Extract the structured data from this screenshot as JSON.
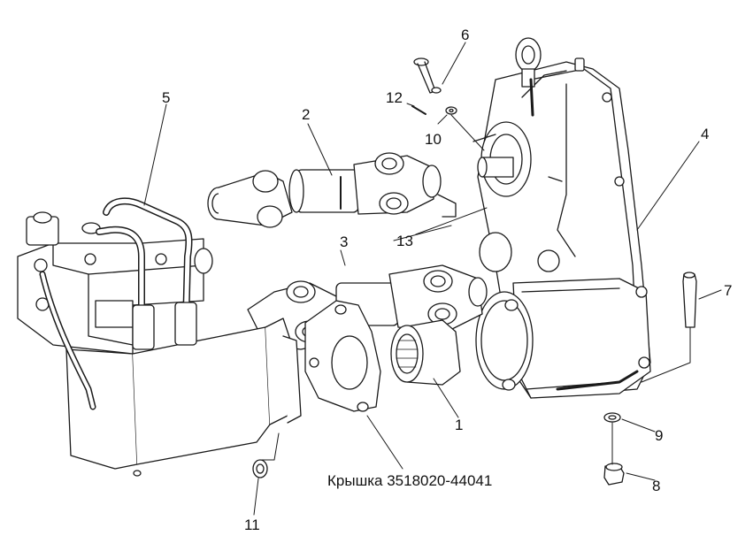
{
  "caption": "Крышка 3518020-44041",
  "callouts": {
    "c1": "1",
    "c2": "2",
    "c3": "3",
    "c4": "4",
    "c5": "5",
    "c6": "6",
    "c7": "7",
    "c8": "8",
    "c9": "9",
    "c10": "10",
    "c11": "11",
    "c12": "12",
    "c13": "13"
  },
  "colors": {
    "line": "#1a1a1a",
    "fill": "#ffffff",
    "shade": "#d8d8d8"
  }
}
